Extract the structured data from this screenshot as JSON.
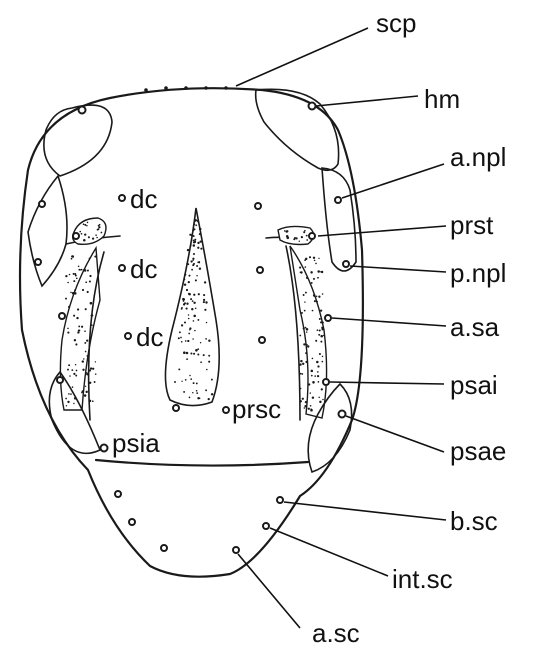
{
  "labels": {
    "scp": "scp",
    "hm": "hm",
    "a_npl": "a.npl",
    "prst": "prst",
    "p_npl": "p.npl",
    "a_sa": "a.sa",
    "psai": "psai",
    "psae": "psae",
    "b_sc": "b.sc",
    "int_sc": "int.sc",
    "a_sc": "a.sc",
    "dc": "dc",
    "prsc": "prsc",
    "psia": "psia"
  },
  "colors": {
    "ink": "#1a1a1a",
    "paper": "#ffffff"
  }
}
